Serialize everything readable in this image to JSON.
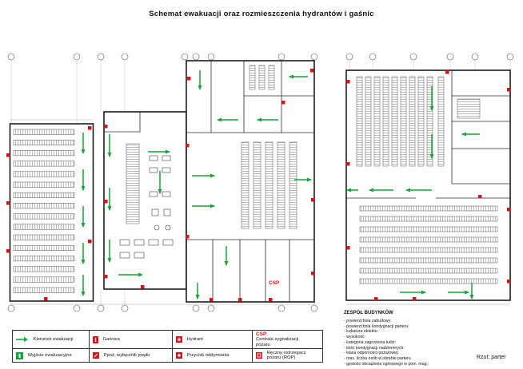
{
  "title": "Schemat ewakuacji oraz rozmieszczenia hydrantów i gaśnic",
  "view_label": "Rzut: parter",
  "colors": {
    "evacuation_green": "#18a438",
    "fire_red": "#d01717",
    "wall_black": "#1c1c1c"
  },
  "plan": {
    "csp_label": "CSP"
  },
  "legend": {
    "items": [
      {
        "icon": "evacuation-direction-arrow-icon",
        "label": "Kierunek ewakuacji"
      },
      {
        "icon": "evacuation-exit-icon",
        "label": "Wyjście ewakuacyjne"
      },
      {
        "icon": "fire-extinguisher-icon",
        "label": "Gaśnica"
      },
      {
        "icon": "fire-power-switch-icon",
        "label": "Ppoż. wyłącznik prądu"
      },
      {
        "icon": "hydrant-icon",
        "label": "Hydrant"
      },
      {
        "icon": "smoke-vent-button-icon",
        "label": "Przycisk oddymiania"
      },
      {
        "icon": "csp-text-symbol",
        "symbol_text": "CSP",
        "label": "Centrala sygnalizacji pożaru"
      },
      {
        "icon": "manual-fire-alarm-icon",
        "label": "Ręczny ostrzegacz pożaru (ROP)"
      }
    ]
  },
  "info_box": {
    "title": "ZESPÓŁ BUDYNKÓW",
    "lines": [
      "- powierzchnia zabudowy:",
      "- powierzchnia kondygnacji parteru:",
      "- kubatura obiektu:",
      "- wysokość:",
      "- kategoria zagrożenia ludzi:",
      "- ilość kondygnacji nadziemnych:",
      "- klasa odporności pożarowej:",
      "- max. liczba osób w obrębie parteru",
      "- gęstość obciążenia ogniowego w pom. mag.:"
    ]
  }
}
